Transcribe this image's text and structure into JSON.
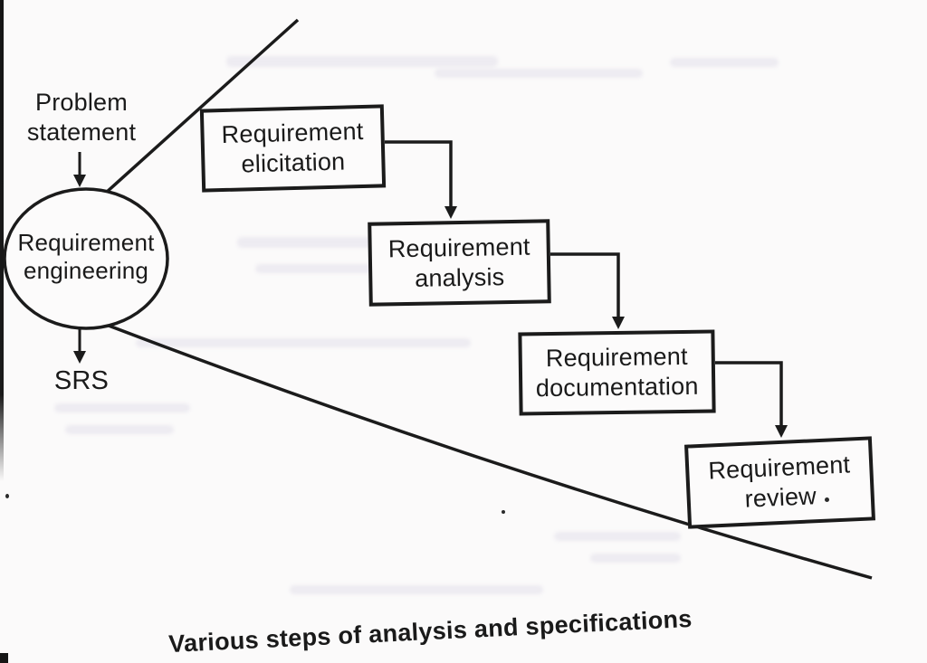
{
  "colors": {
    "ink": "#1a1a1a",
    "paper": "#fbfafa"
  },
  "problem": {
    "line1": "Problem",
    "line2": "statement"
  },
  "engineering_circle": {
    "line1": "Requirement",
    "line2": "engineering"
  },
  "srs_label": "SRS",
  "steps": [
    {
      "line1": "Requirement",
      "line2": "elicitation"
    },
    {
      "line1": "Requirement",
      "line2": "analysis"
    },
    {
      "line1": "Requirement",
      "line2": "documentation"
    },
    {
      "line1": "Requirement",
      "line2": "review"
    }
  ],
  "caption": "Various steps of analysis and specifications"
}
